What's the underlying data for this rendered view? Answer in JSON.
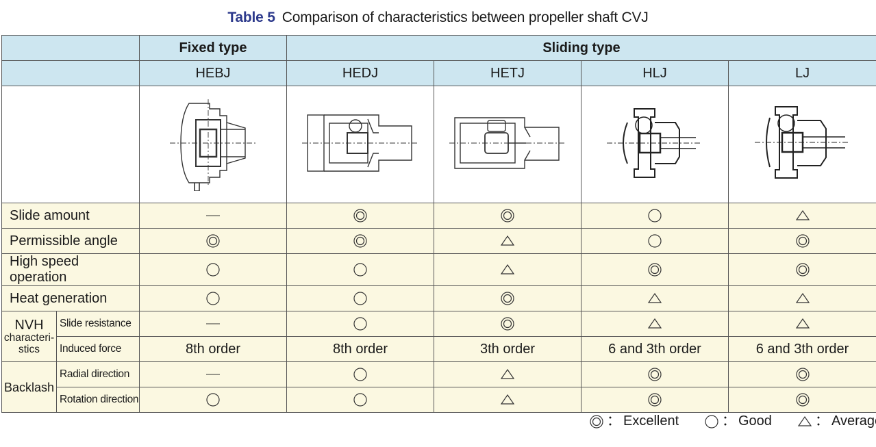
{
  "caption": {
    "number": "Table 5",
    "title": "Comparison of characteristics between propeller shaft CVJ"
  },
  "header": {
    "fixed_group": "Fixed type",
    "sliding_group": "Sliding type",
    "types": [
      "HEBJ",
      "HEDJ",
      "HETJ",
      "HLJ",
      "LJ"
    ]
  },
  "images": [
    "hebj-drawing",
    "hedj-drawing",
    "hetj-drawing",
    "hlj-drawing",
    "lj-drawing"
  ],
  "rows": {
    "slide_amount": {
      "label": "Slide amount",
      "values": [
        "dash",
        "excellent",
        "excellent",
        "good",
        "average"
      ]
    },
    "perm_angle": {
      "label": "Permissible angle",
      "values": [
        "excellent",
        "excellent",
        "average",
        "good",
        "excellent"
      ]
    },
    "high_speed": {
      "label": "High speed operation",
      "values": [
        "good",
        "good",
        "average",
        "excellent",
        "excellent"
      ]
    },
    "heat": {
      "label": "Heat generation",
      "values": [
        "good",
        "good",
        "excellent",
        "average",
        "average"
      ]
    },
    "nvh_group": {
      "label_main": "NVH",
      "label_sub1": "characteri-",
      "label_sub2": "stics"
    },
    "slide_resist": {
      "label": "Slide resistance",
      "values": [
        "dash",
        "good",
        "excellent",
        "average",
        "average"
      ]
    },
    "induced_force": {
      "label": "Induced force",
      "texts": [
        "8th order",
        "8th order",
        "3th order",
        "6 and 3th order",
        "6 and 3th order"
      ]
    },
    "backlash_group": {
      "label": "Backlash"
    },
    "radial": {
      "label": "Radial direction",
      "values": [
        "dash",
        "good",
        "average",
        "excellent",
        "excellent"
      ]
    },
    "rotation": {
      "label": "Rotation direction",
      "values": [
        "good",
        "good",
        "average",
        "excellent",
        "excellent"
      ]
    }
  },
  "legend": {
    "excellent": "Excellent",
    "good": "Good",
    "average": "Average",
    "separator": "："
  },
  "colors": {
    "header_bg": "#cde6f0",
    "data_bg": "#fbf8e1",
    "caption_number": "#2d3a8c"
  }
}
